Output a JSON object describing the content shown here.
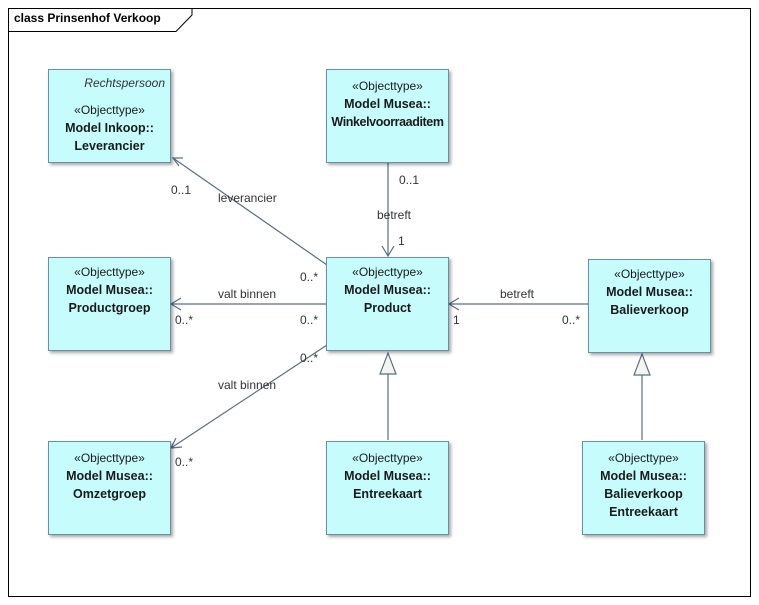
{
  "frame_title": "class Prinsenhof Verkoop",
  "classes": {
    "leverancier": {
      "tag": "Rechtspersoon",
      "stereotype": "«Objecttype»",
      "line1": "Model Inkoop::",
      "line2": "Leverancier"
    },
    "winkelvoorraaditem": {
      "stereotype": "«Objecttype»",
      "line1": "Model Musea::",
      "line2": "Winkelvoorraaditem"
    },
    "productgroep": {
      "stereotype": "«Objecttype»",
      "line1": "Model Musea::",
      "line2": "Productgroep"
    },
    "product": {
      "stereotype": "«Objecttype»",
      "line1": "Model Musea::",
      "line2": "Product"
    },
    "balieverkoop": {
      "stereotype": "«Objecttype»",
      "line1": "Model Musea::",
      "line2": "Balieverkoop"
    },
    "omzetgroep": {
      "stereotype": "«Objecttype»",
      "line1": "Model Musea::",
      "line2": "Omzetgroep"
    },
    "entreekaart": {
      "stereotype": "«Objecttype»",
      "line1": "Model Musea::",
      "line2": "Entreekaart"
    },
    "balieverkoop_entreekaart": {
      "stereotype": "«Objecttype»",
      "line1": "Model Musea::",
      "line2": "Balieverkoop",
      "line3": "Entreekaart"
    }
  },
  "relations": {
    "leverancier": {
      "name": "leverancier",
      "mult_target": "0..1",
      "mult_source": "0..*"
    },
    "betreft_winkel": {
      "name": "betreft",
      "mult_source": "0..1",
      "mult_target": "1"
    },
    "valt_binnen_productgroep": {
      "name": "valt binnen",
      "mult_target": "0..*",
      "mult_source": "0..*"
    },
    "betreft_balie": {
      "name": "betreft",
      "mult_target": "1",
      "mult_source": "0..*"
    },
    "valt_binnen_omzetgroep": {
      "name": "valt binnen",
      "mult_target": "0..*",
      "mult_source": "0..*"
    }
  }
}
